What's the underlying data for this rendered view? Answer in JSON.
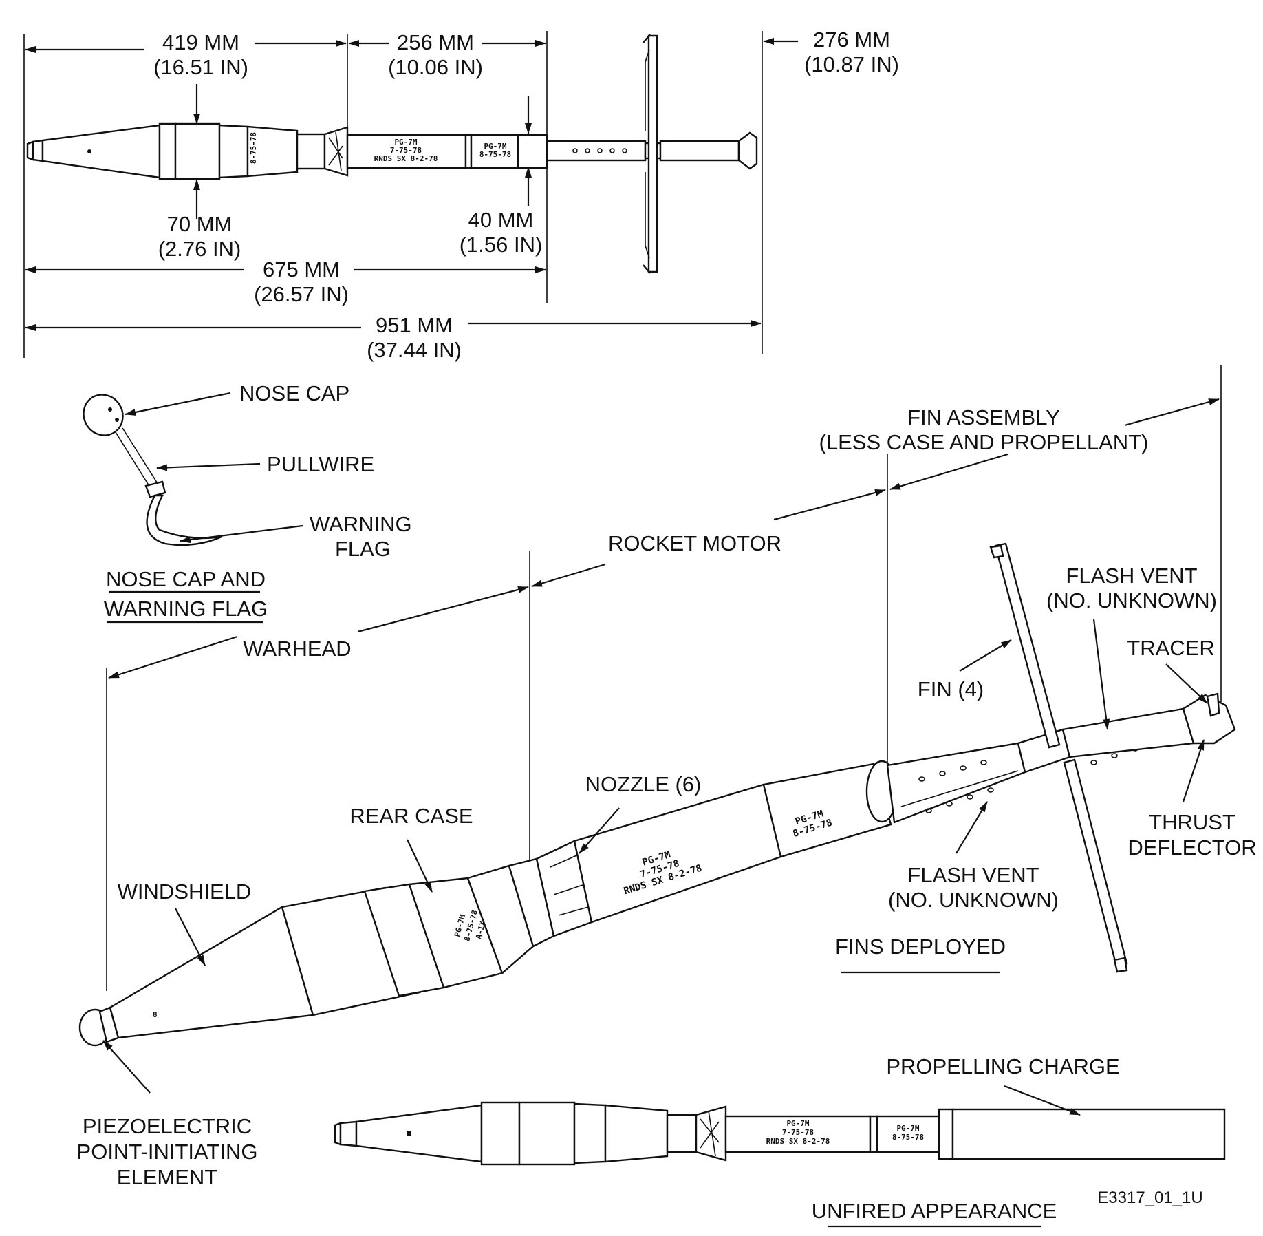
{
  "dimensions": {
    "warhead_length": {
      "mm": "419 MM",
      "in": "(16.51 IN)"
    },
    "motor_length": {
      "mm": "256 MM",
      "in": "(10.06 IN)"
    },
    "fin_length": {
      "mm": "276 MM",
      "in": "(10.87 IN)"
    },
    "warhead_diameter": {
      "mm": "70 MM",
      "in": "(2.76 IN)"
    },
    "motor_diameter": {
      "mm": "40 MM",
      "in": "(1.56 IN)"
    },
    "round_length": {
      "mm": "675 MM",
      "in": "(26.57 IN)"
    },
    "total_length": {
      "mm": "951 MM",
      "in": "(37.44 IN)"
    }
  },
  "markings": {
    "case_a": "PG-7M",
    "case_b": "7-75-78",
    "case_c": "RNDS SX 8-2-78",
    "case_d": "PG-7M",
    "case_e": "8-75-78",
    "rear_case_a": "PG-7M",
    "rear_case_b": "8-75-78",
    "rear_case_c": "A-IX-1"
  },
  "inset": {
    "nose_cap": "NOSE CAP",
    "pullwire": "PULLWIRE",
    "warning_flag_1": "WARNING",
    "warning_flag_2": "FLAG",
    "title_1": "NOSE CAP AND",
    "title_2": "WARNING FLAG"
  },
  "labels": {
    "fin_assembly_1": "FIN ASSEMBLY",
    "fin_assembly_2": "(LESS CASE AND PROPELLANT)",
    "rocket_motor": "ROCKET MOTOR",
    "warhead": "WARHEAD",
    "flash_vent_top_1": "FLASH VENT",
    "flash_vent_top_2": "(NO. UNKNOWN)",
    "tracer": "TRACER",
    "fin": "FIN (4)",
    "nozzle": "NOZZLE (6)",
    "rear_case": "REAR CASE",
    "windshield": "WINDSHIELD",
    "thrust_deflector_1": "THRUST",
    "thrust_deflector_2": "DEFLECTOR",
    "flash_vent_bottom_1": "FLASH VENT",
    "flash_vent_bottom_2": "(NO. UNKNOWN)",
    "fins_deployed": "FINS DEPLOYED",
    "piezo_1": "PIEZOELECTRIC",
    "piezo_2": "POINT-INITIATING",
    "piezo_3": "ELEMENT",
    "propelling_charge": "PROPELLING CHARGE",
    "figure_id": "E3317_01_1U",
    "unfired": "UNFIRED APPEARANCE"
  }
}
